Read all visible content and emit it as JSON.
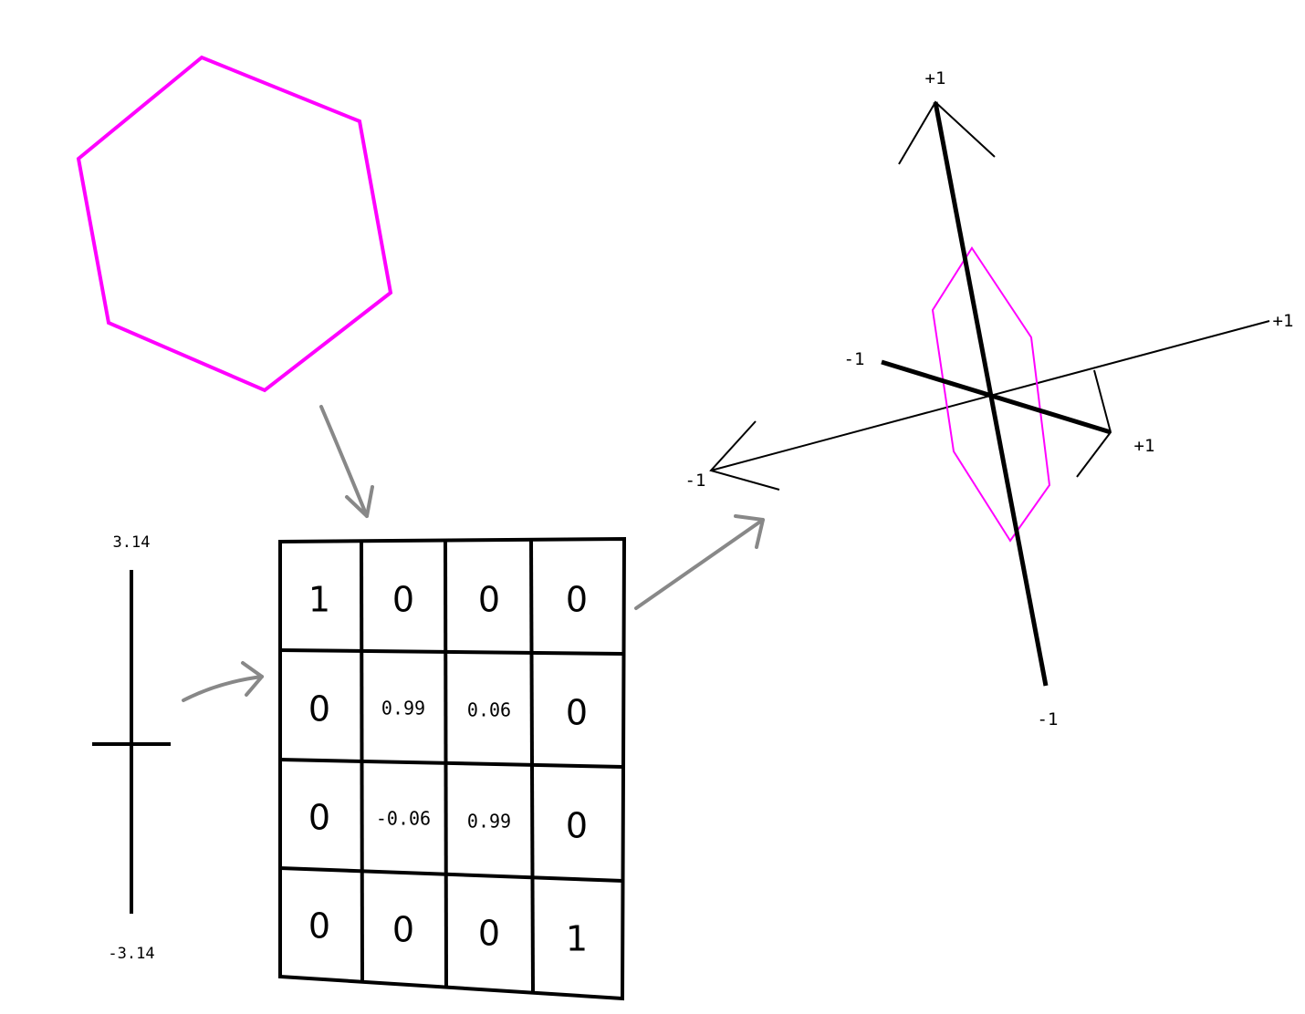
{
  "colors": {
    "shape": "#ff00ff",
    "ink": "#000000",
    "arrow": "#888888"
  },
  "slider": {
    "max_label": "3.14",
    "min_label": "-3.14"
  },
  "matrix": {
    "cells": [
      [
        "1",
        "0",
        "0",
        "0"
      ],
      [
        "0",
        "0.99",
        "0.06",
        "0"
      ],
      [
        "0",
        "-0.06",
        "0.99",
        "0"
      ],
      [
        "0",
        "0",
        "0",
        "1"
      ]
    ]
  },
  "axes": {
    "y_top_label": "+1",
    "y_bottom_label": "-1",
    "x_right_label": "+1",
    "x_left_label": "-1",
    "z_left_label": "-1",
    "z_right_label": "+1"
  }
}
